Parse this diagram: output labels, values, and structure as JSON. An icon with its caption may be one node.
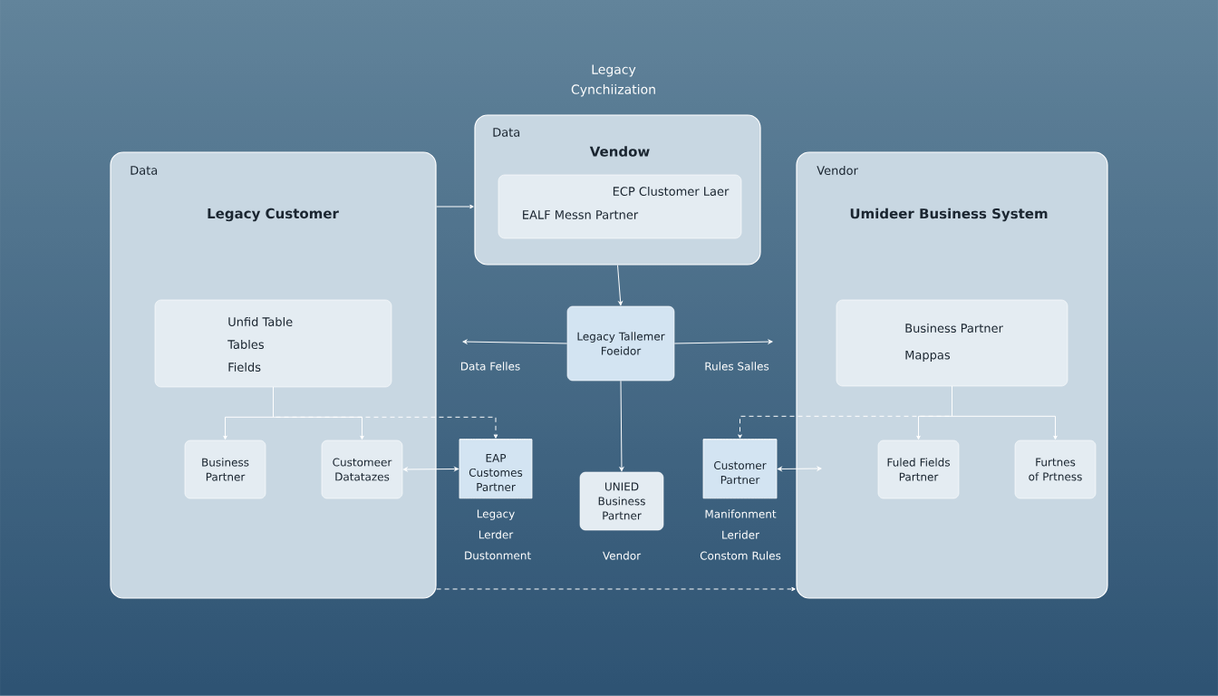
{
  "diagram": {
    "title": "Legacy Cynchiization",
    "nodes": [
      {
        "text": [
          "Data",
          "Legacy Customer"
        ]
      },
      {
        "text": [
          "Data",
          "Vendow"
        ]
      },
      {
        "text": [
          "ECP Clustomer Laer",
          "EALF Messn Partner"
        ],
        "in": 1
      },
      {
        "text": [
          "Vendor",
          "Umideer Business System"
        ]
      },
      {
        "text": [
          "Unfid Table",
          "Tables",
          "Fields"
        ],
        "in": 0
      },
      {
        "text": [
          "Legacy Tallemer Foeidor"
        ]
      },
      {
        "text": [
          "Business Partner",
          "Mappas"
        ],
        "in": 3
      },
      {
        "text": [
          "Business Partner"
        ],
        "in": 0
      },
      {
        "text": [
          "Customeer Datatazes"
        ],
        "in": 0
      },
      {
        "text": [
          "EAP Customes Partner"
        ],
        "beside": [
          "Legacy Lerder Dustonment"
        ]
      },
      {
        "text": [
          "UNIED Business Partner"
        ],
        "beside": [
          "Vendor"
        ]
      },
      {
        "text": [
          "Customer Partner"
        ],
        "beside": [
          "Manifonment Lerider Constom Rules"
        ]
      },
      {
        "text": [
          "Fuled Fields Partner"
        ],
        "in": 3
      },
      {
        "text": [
          "Furtnes of Prtness"
        ],
        "in": 3
      }
    ],
    "edges": [
      {
        "from": 0,
        "to": 1,
        "arrow": "to"
      },
      {
        "from": 1,
        "to": 5,
        "arrow": "to"
      },
      {
        "from": 5,
        "to": null,
        "arrow": "to",
        "label": "Data Felles"
      },
      {
        "from": 5,
        "to": null,
        "arrow": "to",
        "label": "Rules Salles"
      },
      {
        "from": 5,
        "to": 10,
        "arrow": "to"
      },
      {
        "from": 4,
        "to": 7,
        "arrow": "to"
      },
      {
        "from": 4,
        "to": 8,
        "arrow": "to"
      },
      {
        "from": 4,
        "to": 9,
        "arrow": "to",
        "style": "dashed"
      },
      {
        "from": 6,
        "to": 12,
        "arrow": "to"
      },
      {
        "from": 6,
        "to": 13,
        "arrow": "to"
      },
      {
        "from": 6,
        "to": 11,
        "arrow": "to",
        "style": "dashed"
      },
      {
        "from": 8,
        "to": 9,
        "arrow": "both"
      },
      {
        "from": 11,
        "to": null,
        "arrow": "both"
      },
      {
        "from": 0,
        "to": 3,
        "arrow": "to",
        "style": "dashed"
      }
    ]
  }
}
